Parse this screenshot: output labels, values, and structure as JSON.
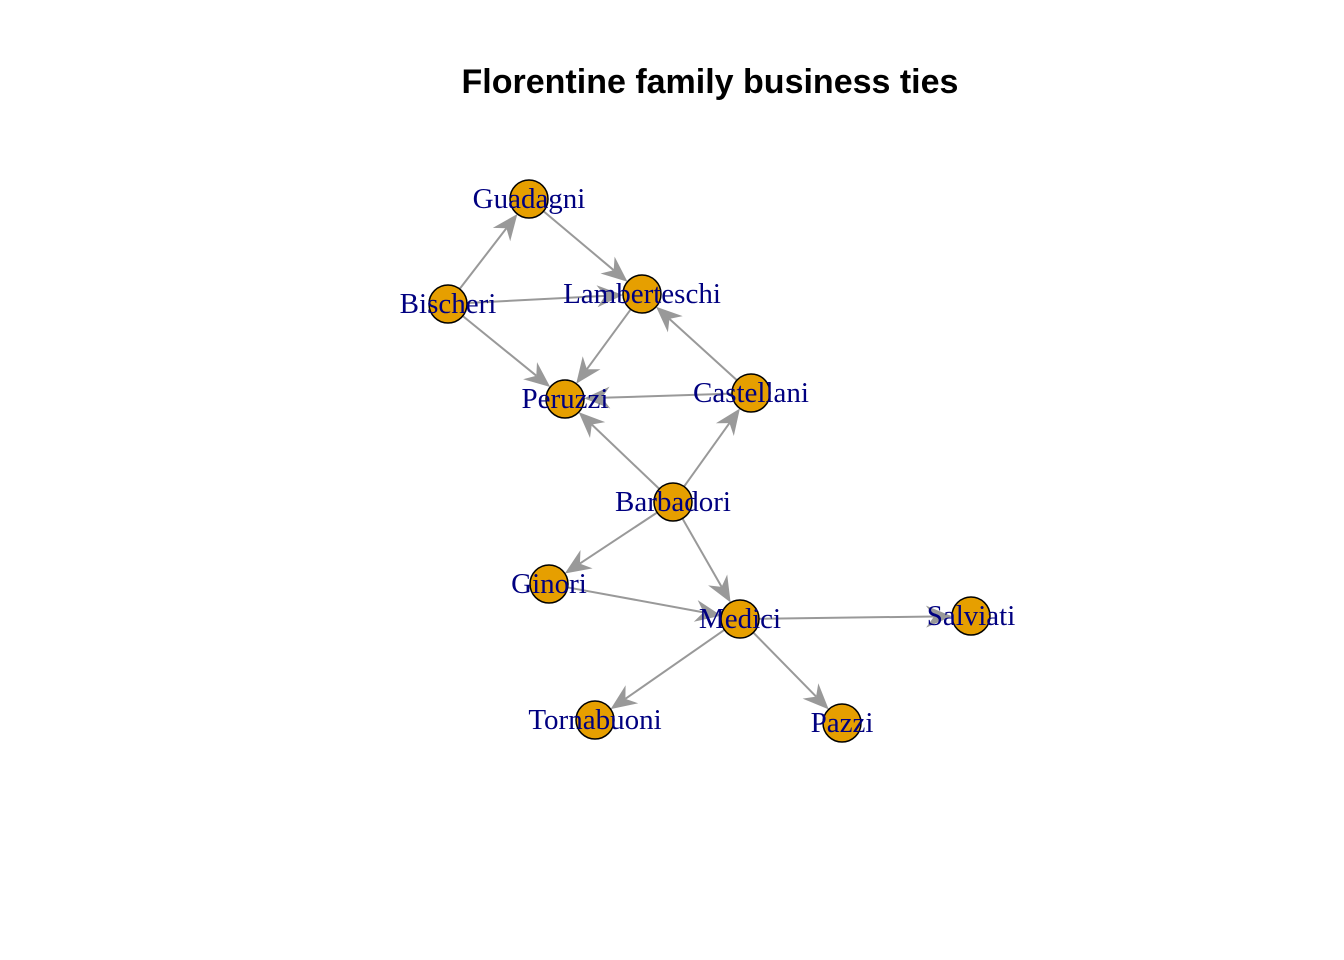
{
  "title": "Florentine family business ties",
  "colors": {
    "node_fill": "#E69F00",
    "node_stroke": "#000000",
    "edge": "#999999",
    "label": "#000080",
    "background": "#FFFFFF"
  },
  "nodes": [
    {
      "id": "guadagni",
      "label": "Guadagni"
    },
    {
      "id": "lamberteschi",
      "label": "Lamberteschi"
    },
    {
      "id": "bischeri",
      "label": "Bischeri"
    },
    {
      "id": "peruzzi",
      "label": "Peruzzi"
    },
    {
      "id": "castellani",
      "label": "Castellani"
    },
    {
      "id": "barbadori",
      "label": "Barbadori"
    },
    {
      "id": "ginori",
      "label": "Ginori"
    },
    {
      "id": "medici",
      "label": "Medici"
    },
    {
      "id": "salviati",
      "label": "Salviati"
    },
    {
      "id": "tornabuoni",
      "label": "Tornabuoni"
    },
    {
      "id": "pazzi",
      "label": "Pazzi"
    }
  ],
  "edges": [
    {
      "from": "bischeri",
      "to": "guadagni"
    },
    {
      "from": "guadagni",
      "to": "lamberteschi"
    },
    {
      "from": "bischeri",
      "to": "lamberteschi"
    },
    {
      "from": "bischeri",
      "to": "peruzzi"
    },
    {
      "from": "lamberteschi",
      "to": "peruzzi"
    },
    {
      "from": "castellani",
      "to": "lamberteschi"
    },
    {
      "from": "castellani",
      "to": "peruzzi"
    },
    {
      "from": "barbadori",
      "to": "peruzzi"
    },
    {
      "from": "barbadori",
      "to": "castellani"
    },
    {
      "from": "barbadori",
      "to": "ginori"
    },
    {
      "from": "barbadori",
      "to": "medici"
    },
    {
      "from": "ginori",
      "to": "medici"
    },
    {
      "from": "medici",
      "to": "salviati"
    },
    {
      "from": "medici",
      "to": "tornabuoni"
    },
    {
      "from": "medici",
      "to": "pazzi"
    }
  ]
}
